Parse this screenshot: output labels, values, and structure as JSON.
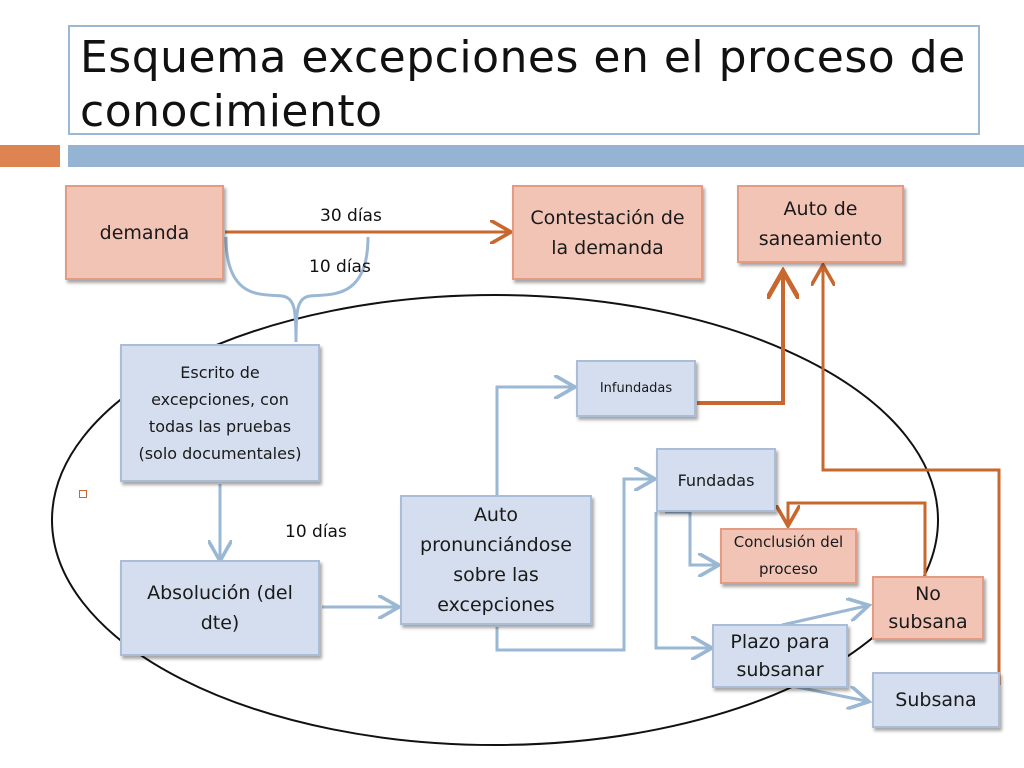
{
  "title": "Esquema excepciones en el proceso de conocimiento",
  "labels": {
    "days_30": "30 días",
    "days_10_top": "10 días",
    "days_10_mid": "10 días"
  },
  "nodes": {
    "demanda": "demanda",
    "contestacion": "Contestación de la demanda",
    "auto_saneamiento": "Auto de saneamiento",
    "escrito": "Escrito de excepciones, con todas las pruebas (solo documentales)",
    "infundadas": "Infundadas",
    "fundadas": "Fundadas",
    "conclusion": "Conclusión del proceso",
    "auto_pronunciandose": "Auto pronunciándose sobre las excepciones",
    "absolucion": "Absolución (del dte)",
    "plazo": "Plazo para subsanar",
    "no_subsana": "No subsana",
    "subsana": "Subsana"
  },
  "colors": {
    "orange_fill": "#f2c4b6",
    "orange_line": "#c8672e",
    "blue_fill": "#d4deee",
    "blue_line": "#9ab7d3",
    "accent_bar_orange": "#dd8452",
    "accent_bar_blue": "#95b3d3"
  }
}
